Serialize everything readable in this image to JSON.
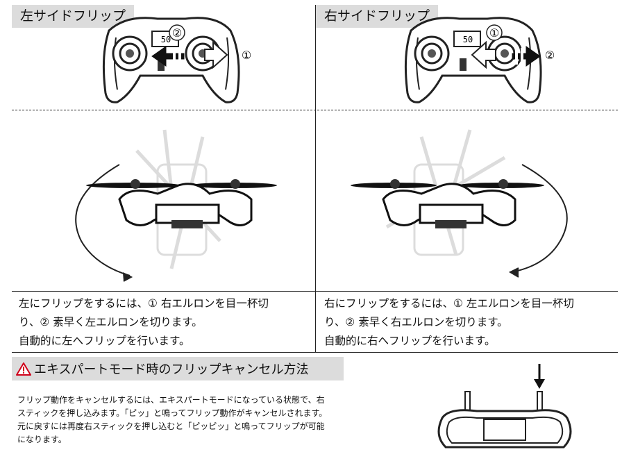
{
  "left_panel": {
    "title": "左サイドフリップ",
    "marker_1": "①",
    "marker_2": "②",
    "caption": [
      "左にフリップをするには、① 右エルロンを目一杯切",
      "り、② 素早く左エルロンを切ります。",
      "自動的に左へフリップを行います。"
    ]
  },
  "right_panel": {
    "title": "右サイドフリップ",
    "marker_1": "①",
    "marker_2": "②",
    "caption": [
      "右にフリップをするには、① 左エルロンを目一杯切",
      "り、② 素早く右エルロンを切ります。",
      "自動的に右へフリップを行います。"
    ]
  },
  "expert": {
    "title": "エキスパートモード時のフリップキャンセル方法",
    "body": [
      "フリップ動作をキャンセルするには、エキスパートモードになっている状態で、右",
      "スティックを押し込みます。「ピッ」と鳴ってフリップ動作がキャンセルされます。",
      "元に戻すには再度右スティックを押し込むと「ピッピッ」と鳴ってフリップが可能",
      "になります。"
    ],
    "warning_icon": "warning-triangle-icon"
  },
  "lcd_reading": "50",
  "colors": {
    "tag_bg": "#dcdcdc",
    "warning": "#d0021b"
  }
}
